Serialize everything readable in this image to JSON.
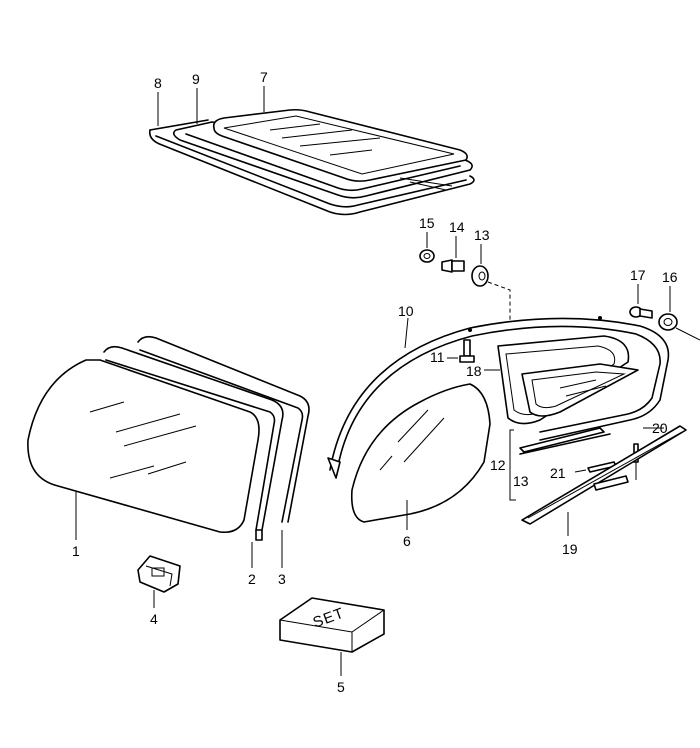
{
  "diagram": {
    "parts": [
      {
        "id": "p1",
        "label": "1"
      },
      {
        "id": "p2",
        "label": "2"
      },
      {
        "id": "p3",
        "label": "3"
      },
      {
        "id": "p4",
        "label": "4"
      },
      {
        "id": "p5",
        "label": "5"
      },
      {
        "id": "p6",
        "label": "6"
      },
      {
        "id": "p7",
        "label": "7"
      },
      {
        "id": "p8",
        "label": "8"
      },
      {
        "id": "p9",
        "label": "9"
      },
      {
        "id": "p10",
        "label": "10"
      },
      {
        "id": "p11",
        "label": "11"
      },
      {
        "id": "p12",
        "label": "12"
      },
      {
        "id": "p13",
        "label": "13"
      },
      {
        "id": "p14",
        "label": "14"
      },
      {
        "id": "p15",
        "label": "15"
      },
      {
        "id": "p16",
        "label": "16"
      },
      {
        "id": "p17",
        "label": "17"
      },
      {
        "id": "p18",
        "label": "18"
      },
      {
        "id": "p19",
        "label": "19"
      },
      {
        "id": "p20",
        "label": "20"
      },
      {
        "id": "p21",
        "label": "21"
      }
    ],
    "set_box_text": "SET"
  }
}
